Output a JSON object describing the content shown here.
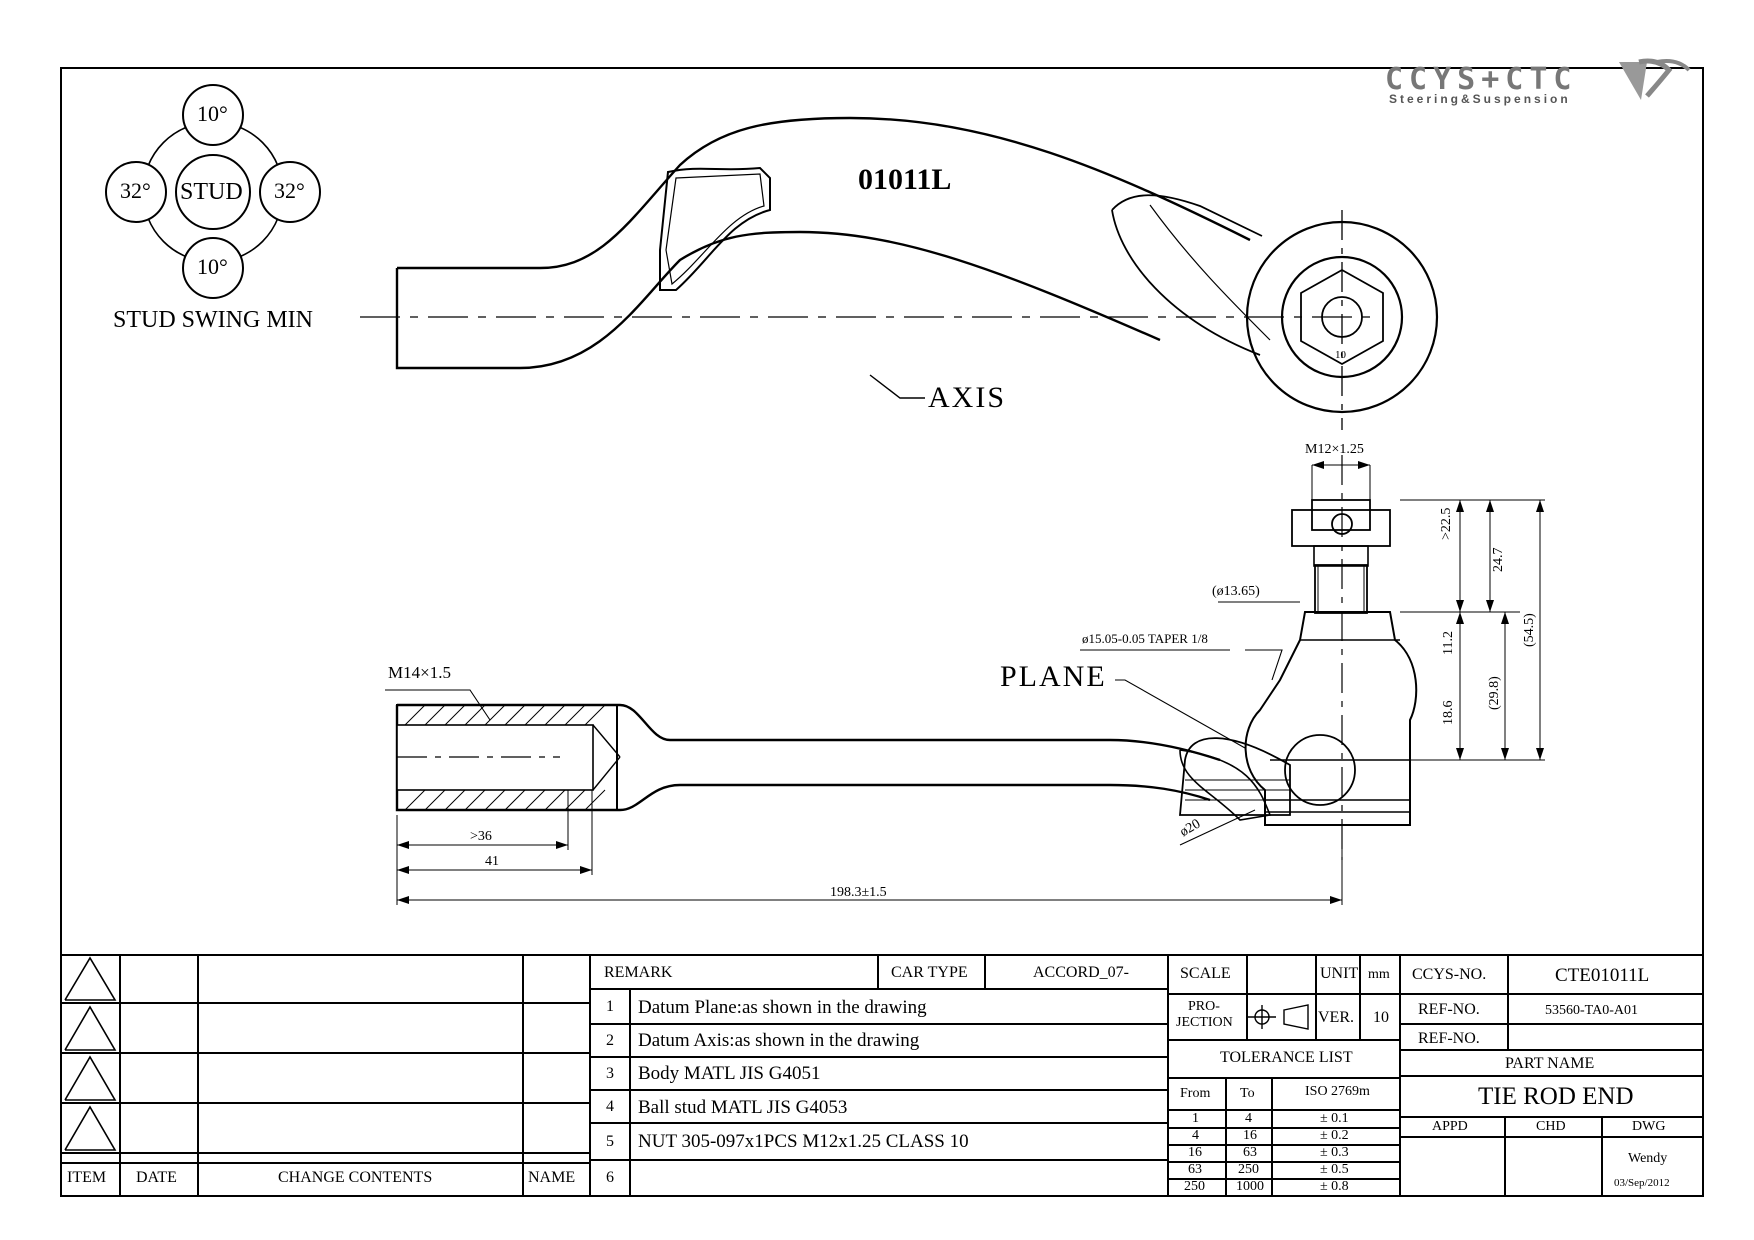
{
  "logo": {
    "brand": "CCYS+CTC",
    "tagline": "Steering&Suspension"
  },
  "part_code": "01011L",
  "stud_swing": {
    "top": "10°",
    "bottom": "10°",
    "left": "32°",
    "right": "32°",
    "center": "STUD",
    "caption": "STUD SWING MIN"
  },
  "labels": {
    "axis": "AXIS",
    "plane": "PLANE",
    "thread_nut": "M12×1.25",
    "thread_body": "M14×1.5",
    "dia_13": "(ø13.65)",
    "taper": "ø15.05-0.05 TAPER 1/8",
    "dia_20": "ø20",
    "nut_size": "10"
  },
  "dimensions": {
    "d_36": ">36",
    "d_41": "41",
    "d_198": "198.3±1.5",
    "d_22_5": ">22.5",
    "d_24_7": "24.7",
    "d_54_5": "(54.5)",
    "d_11_2": "11.2",
    "d_18_6": "18.6",
    "d_29_8": "(29.8)"
  },
  "revision_table": {
    "headers": {
      "item": "ITEM",
      "date": "DATE",
      "change": "CHANGE CONTENTS",
      "name": "NAME"
    }
  },
  "remarks": {
    "header": "REMARK",
    "car_type_label": "CAR TYPE",
    "car_type_value": "ACCORD_07-",
    "rows": [
      {
        "no": "1",
        "text": "Datum Plane:as shown in the drawing"
      },
      {
        "no": "2",
        "text": "Datum Axis:as shown in the drawing"
      },
      {
        "no": "3",
        "text": "Body MATL JIS G4051"
      },
      {
        "no": "4",
        "text": "Ball stud MATL JIS G4053"
      },
      {
        "no": "5",
        "text": "NUT 305-097x1PCS M12x1.25 CLASS 10"
      },
      {
        "no": "6",
        "text": ""
      }
    ]
  },
  "spec": {
    "scale_label": "SCALE",
    "unit_label": "UNIT",
    "unit_value": "mm",
    "projection_label_1": "PRO-",
    "projection_label_2": "JECTION",
    "ver_label": "VER.",
    "ver_value": "10",
    "tolerance_title": "TOLERANCE LIST",
    "tol_headers": {
      "from": "From",
      "to": "To",
      "iso": "ISO 2769m"
    },
    "tolerances": [
      {
        "from": "1",
        "to": "4",
        "tol": "± 0.1"
      },
      {
        "from": "4",
        "to": "16",
        "tol": "± 0.2"
      },
      {
        "from": "16",
        "to": "63",
        "tol": "± 0.3"
      },
      {
        "from": "63",
        "to": "250",
        "tol": "± 0.5"
      },
      {
        "from": "250",
        "to": "1000",
        "tol": "± 0.8"
      }
    ]
  },
  "title_block": {
    "ccys_label": "CCYS-NO.",
    "ccys_value": "CTE01011L",
    "ref1_label": "REF-NO.",
    "ref1_value": "53560-TA0-A01",
    "ref2_label": "REF-NO.",
    "ref2_value": "",
    "part_name_label": "PART NAME",
    "part_name_value": "TIE ROD END",
    "appd": "APPD",
    "chd": "CHD",
    "dwg": "DWG",
    "drawer": "Wendy",
    "date": "03/Sep/2012"
  }
}
